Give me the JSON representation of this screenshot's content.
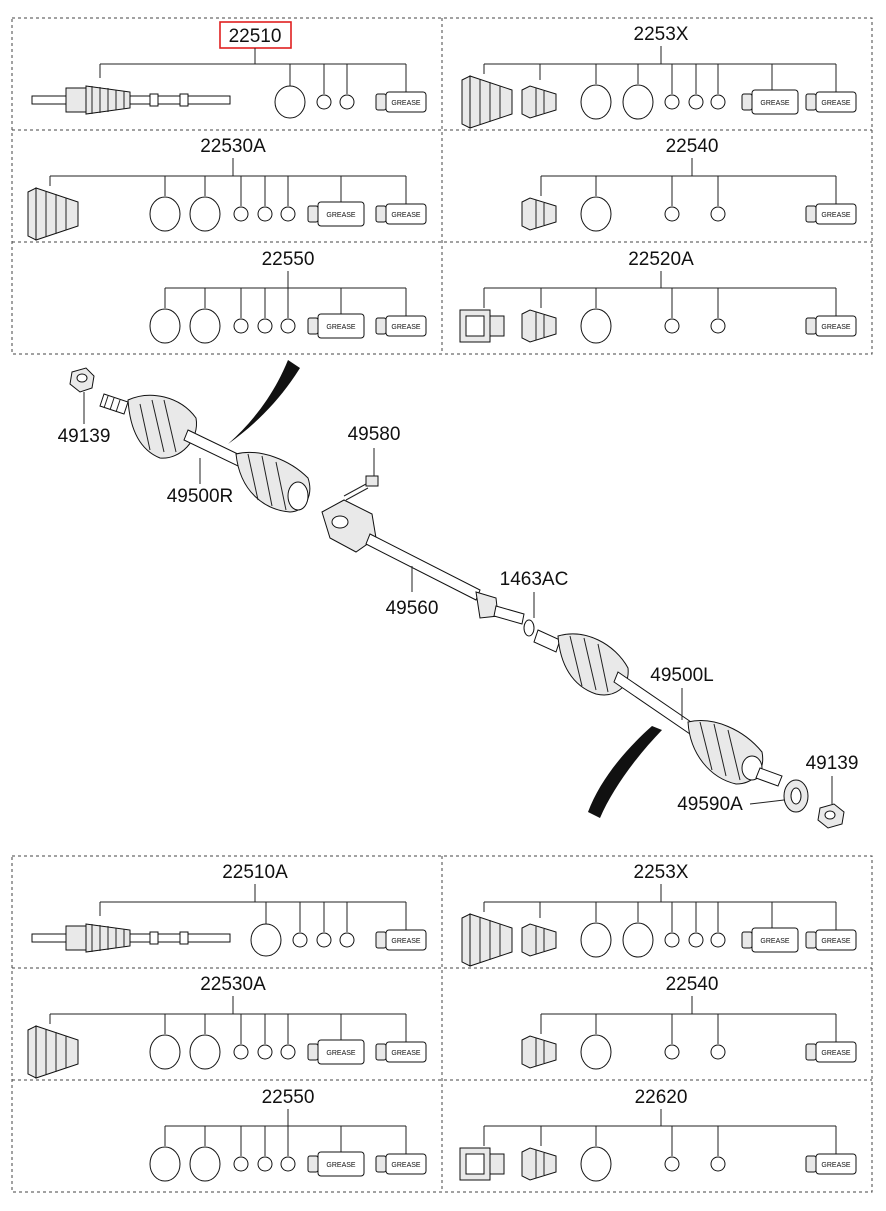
{
  "kit_panels_top": [
    {
      "label": "22510",
      "highlighted": true
    },
    {
      "label": "2253X"
    },
    {
      "label": "22530A"
    },
    {
      "label": "22540"
    },
    {
      "label": "22550"
    },
    {
      "label": "22520A"
    }
  ],
  "kit_panels_bottom": [
    {
      "label": "22510A"
    },
    {
      "label": "2253X"
    },
    {
      "label": "22530A"
    },
    {
      "label": "22540"
    },
    {
      "label": "22550"
    },
    {
      "label": "22620"
    }
  ],
  "grease_label": "GREASE",
  "callouts": [
    {
      "label": "49139"
    },
    {
      "label": "49500R"
    },
    {
      "label": "49580"
    },
    {
      "label": "49560"
    },
    {
      "label": "1463AC"
    },
    {
      "label": "49500L"
    },
    {
      "label": "49139"
    },
    {
      "label": "49590A"
    }
  ],
  "colors": {
    "highlight": "#e02020",
    "line": "#222222",
    "fill": "#e9e9e9"
  }
}
